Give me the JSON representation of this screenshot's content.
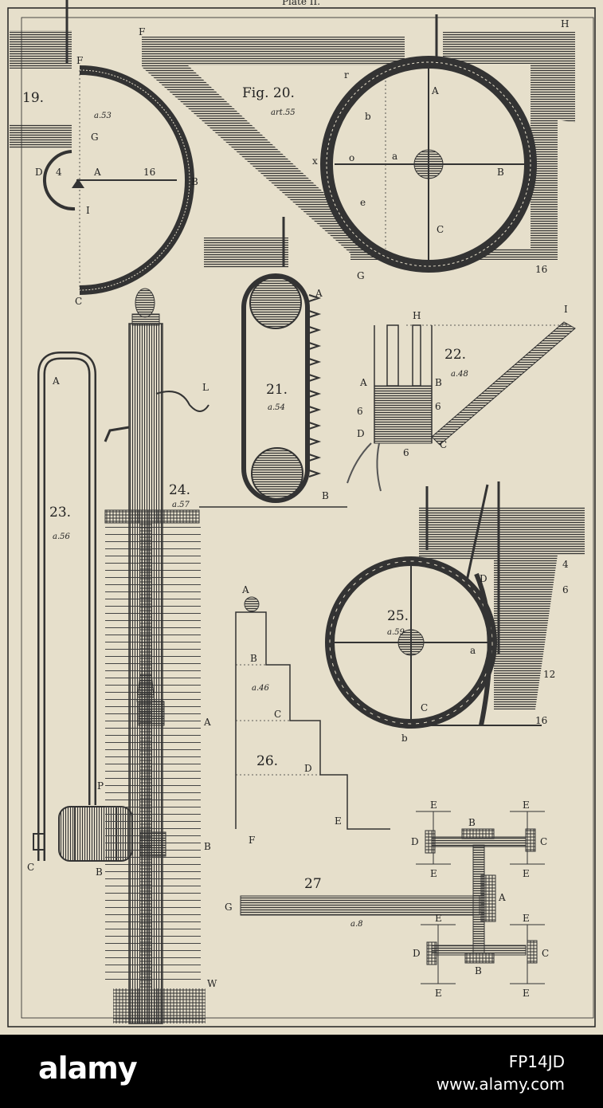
{
  "plate_header": "Plate II.",
  "fig19": {
    "number": "19.",
    "article": "a.53",
    "labels": [
      "F",
      "G",
      "D",
      "A",
      "B",
      "I",
      "C",
      "4",
      "16"
    ]
  },
  "fig20": {
    "number": "Fig. 20.",
    "article": "art.55",
    "labels": [
      "F",
      "H",
      "r",
      "b",
      "A",
      "x",
      "o",
      "a",
      "B",
      "e",
      "C",
      "G",
      "16"
    ]
  },
  "fig21": {
    "number": "21.",
    "article": "a.54",
    "labels": [
      "A",
      "B"
    ]
  },
  "fig22": {
    "number": "22.",
    "article": "a.48",
    "labels": [
      "H",
      "I",
      "A",
      "B",
      "6",
      "6",
      "D",
      "6",
      "C"
    ]
  },
  "fig23": {
    "number": "23.",
    "article": "a.56",
    "labels": [
      "A",
      "P",
      "C",
      "B"
    ]
  },
  "fig24": {
    "number": "24.",
    "article": "a.57",
    "labels": [
      "L",
      "A",
      "B",
      "W"
    ]
  },
  "fig25": {
    "number": "25.",
    "article": "a.59",
    "labels": [
      "D",
      "4",
      "6",
      "a",
      "12",
      "C",
      "b",
      "16"
    ]
  },
  "fig26": {
    "number": "26.",
    "article": "a.46",
    "labels": [
      "A",
      "B",
      "C",
      "D",
      "E",
      "F"
    ]
  },
  "fig27": {
    "number": "27",
    "article": "a.8",
    "labels": [
      "E",
      "E",
      "B",
      "D",
      "C",
      "E",
      "E",
      "G",
      "A",
      "E",
      "E",
      "D",
      "C",
      "B",
      "E",
      "E"
    ]
  },
  "footer": {
    "brand": "alamy",
    "image_id": "FP14JD",
    "site": "www.alamy.com"
  },
  "colors": {
    "paper": "#e6dfcb",
    "ink": "#222222",
    "footer_bg": "#000000",
    "footer_text": "#ffffff"
  }
}
